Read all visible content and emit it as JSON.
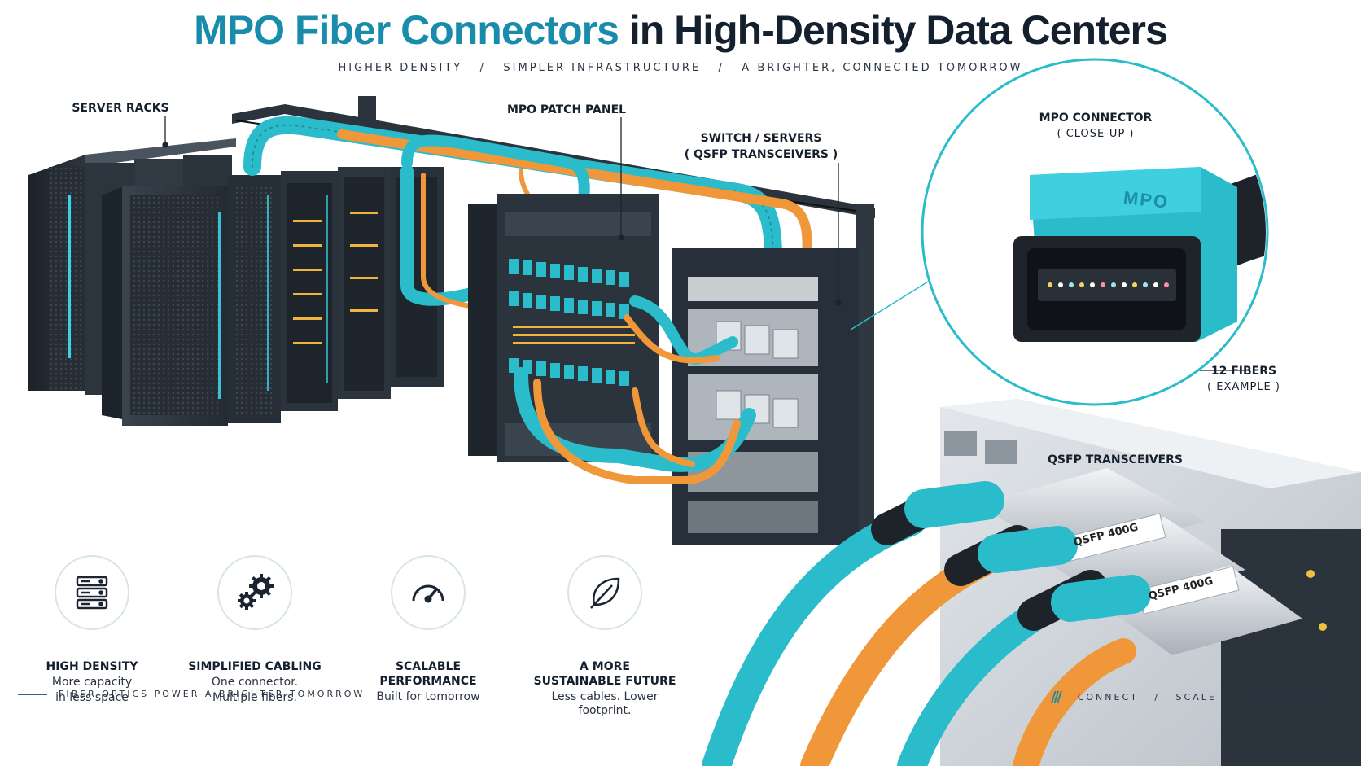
{
  "title": {
    "highlight": "MPO Fiber Connectors",
    "rest": "in High-Density Data Centers"
  },
  "subtitle": "HIGHER DENSITY   /   SIMPLER INFRASTRUCTURE   /   A BRIGHTER, CONNECTED TOMORROW",
  "labels": {
    "server_racks": "SERVER RACKS",
    "patch_panel": "MPO PATCH PANEL",
    "switch_line1": "SWITCH / SERVERS",
    "switch_line2": "( QSFP TRANSCEIVERS )",
    "connector_line1": "MPO CONNECTOR",
    "connector_line2": "( CLOSE-UP )",
    "connector_brand": "MPO",
    "fibers_line1": "12 FIBERS",
    "fibers_line2": "( EXAMPLE )",
    "qsfp": "QSFP TRANSCEIVERS",
    "module_label": "QSFP 400G"
  },
  "features": [
    {
      "icon": "server-stack-icon",
      "title": "HIGH DENSITY",
      "desc1": "More capacity",
      "desc2": "in less space"
    },
    {
      "icon": "gears-icon",
      "title": "SIMPLIFIED CABLING",
      "desc1": "One connector.",
      "desc2": "Multiple fibers."
    },
    {
      "icon": "speedometer-icon",
      "title": "SCALABLE PERFORMANCE",
      "desc1": "Built for tomorrow",
      "desc2": ""
    },
    {
      "icon": "leaf-icon",
      "title": "A MORE",
      "title2": "SUSTAINABLE FUTURE",
      "desc1": "Less cables. Lower footprint.",
      "desc2": ""
    }
  ],
  "footer": {
    "left": "FIBER OPTICS POWER A BRIGHTER TOMORROW",
    "right": "CONNECT   /   SCALE   /   GO FURTHER"
  },
  "colors": {
    "teal": "#2bbccc",
    "orange": "#f0973a",
    "dark_rack": "#2b323b",
    "title_blue": "#1a8cab",
    "title_dark": "#14202e"
  }
}
